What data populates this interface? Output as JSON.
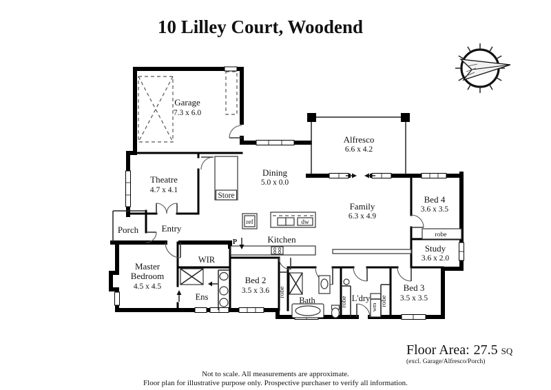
{
  "title": "10 Lilley Court, Woodend",
  "icons": {
    "compass": "compass-rose"
  },
  "rooms": {
    "garage": {
      "name": "Garage",
      "dims": "7.3 x 6.0"
    },
    "theatre": {
      "name": "Theatre",
      "dims": "4.7 x 4.1"
    },
    "store": {
      "name": "Store"
    },
    "porch": {
      "name": "Porch"
    },
    "entry": {
      "name": "Entry"
    },
    "dining": {
      "name": "Dining",
      "dims": "5.0 x 0.0"
    },
    "alfresco": {
      "name": "Alfresco",
      "dims": "6.6 x 4.2"
    },
    "family": {
      "name": "Family",
      "dims": "6.3 x 4.9"
    },
    "kitchen": {
      "name": "Kitchen"
    },
    "bed4": {
      "name": "Bed 4",
      "dims": "3.6 x 3.5"
    },
    "study": {
      "name": "Study",
      "dims": "3.6 x 2.0"
    },
    "wir": {
      "name": "WIR"
    },
    "master_bedroom": {
      "line1": "Master",
      "line2": "Bedroom",
      "dims": "4.5 x 4.5"
    },
    "ens": {
      "name": "Ens"
    },
    "bed2": {
      "name": "Bed 2",
      "dims": "3.5 x 3.6"
    },
    "bath": {
      "name": "Bath"
    },
    "laundry": {
      "name": "L'dry"
    },
    "bed3": {
      "name": "Bed 3",
      "dims": "3.5 x 3.5"
    }
  },
  "fixtures": {
    "fridge": "ref",
    "dishwasher": "dw",
    "washing_machine": "wm",
    "pantry": "P",
    "robe": "robe"
  },
  "floor_area": {
    "label": "Floor Area:",
    "value": "27.5",
    "unit": "SQ",
    "exclusion_note": "(excl. Garage/Alfresco/Porch)"
  },
  "footer": {
    "line1": "Not to scale. All measurements are approximate.",
    "line2": "Floor plan for illustrative purpose only. Prospective purchaser to verify all information."
  },
  "colors": {
    "wall": "#000000",
    "background": "#ffffff"
  }
}
